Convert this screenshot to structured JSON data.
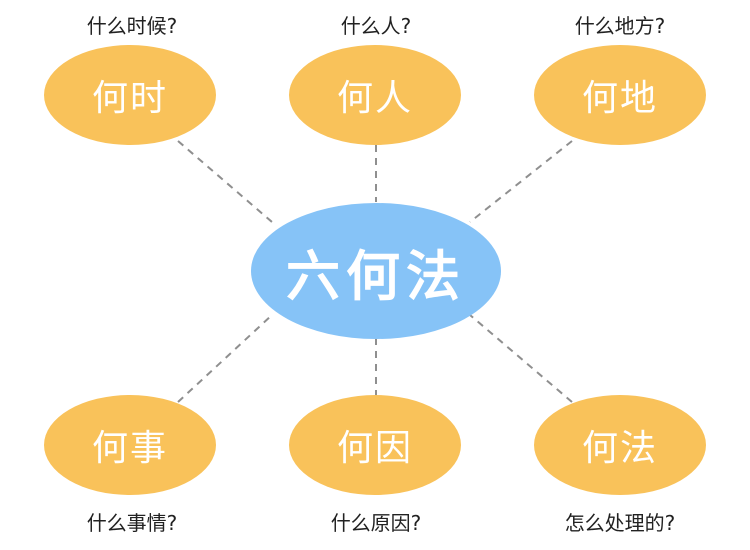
{
  "center": {
    "label": "六何法"
  },
  "nodes": [
    {
      "label": "何时",
      "question": "什么时候?"
    },
    {
      "label": "何人",
      "question": "什么人?"
    },
    {
      "label": "何地",
      "question": "什么地方?"
    },
    {
      "label": "何事",
      "question": "什么事情?"
    },
    {
      "label": "何因",
      "question": "什么原因?"
    },
    {
      "label": "何法",
      "question": "怎么处理的?"
    }
  ],
  "colors": {
    "center_fill": "#86c3f7",
    "node_fill": "#f9c25a",
    "node_text": "#ffffff",
    "caption_text": "#222222",
    "connector": "#8f8f8f"
  }
}
